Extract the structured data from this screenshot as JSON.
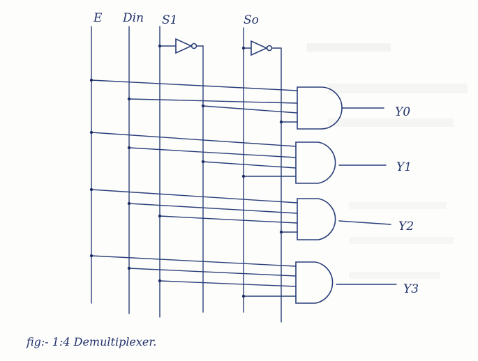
{
  "inputs": {
    "enable": "E",
    "data": "Din",
    "select1": "S1",
    "select0": "So"
  },
  "outputs": [
    "Y0",
    "Y1",
    "Y2",
    "Y3"
  ],
  "caption": "fig:- 1:4 Demultiplexer."
}
